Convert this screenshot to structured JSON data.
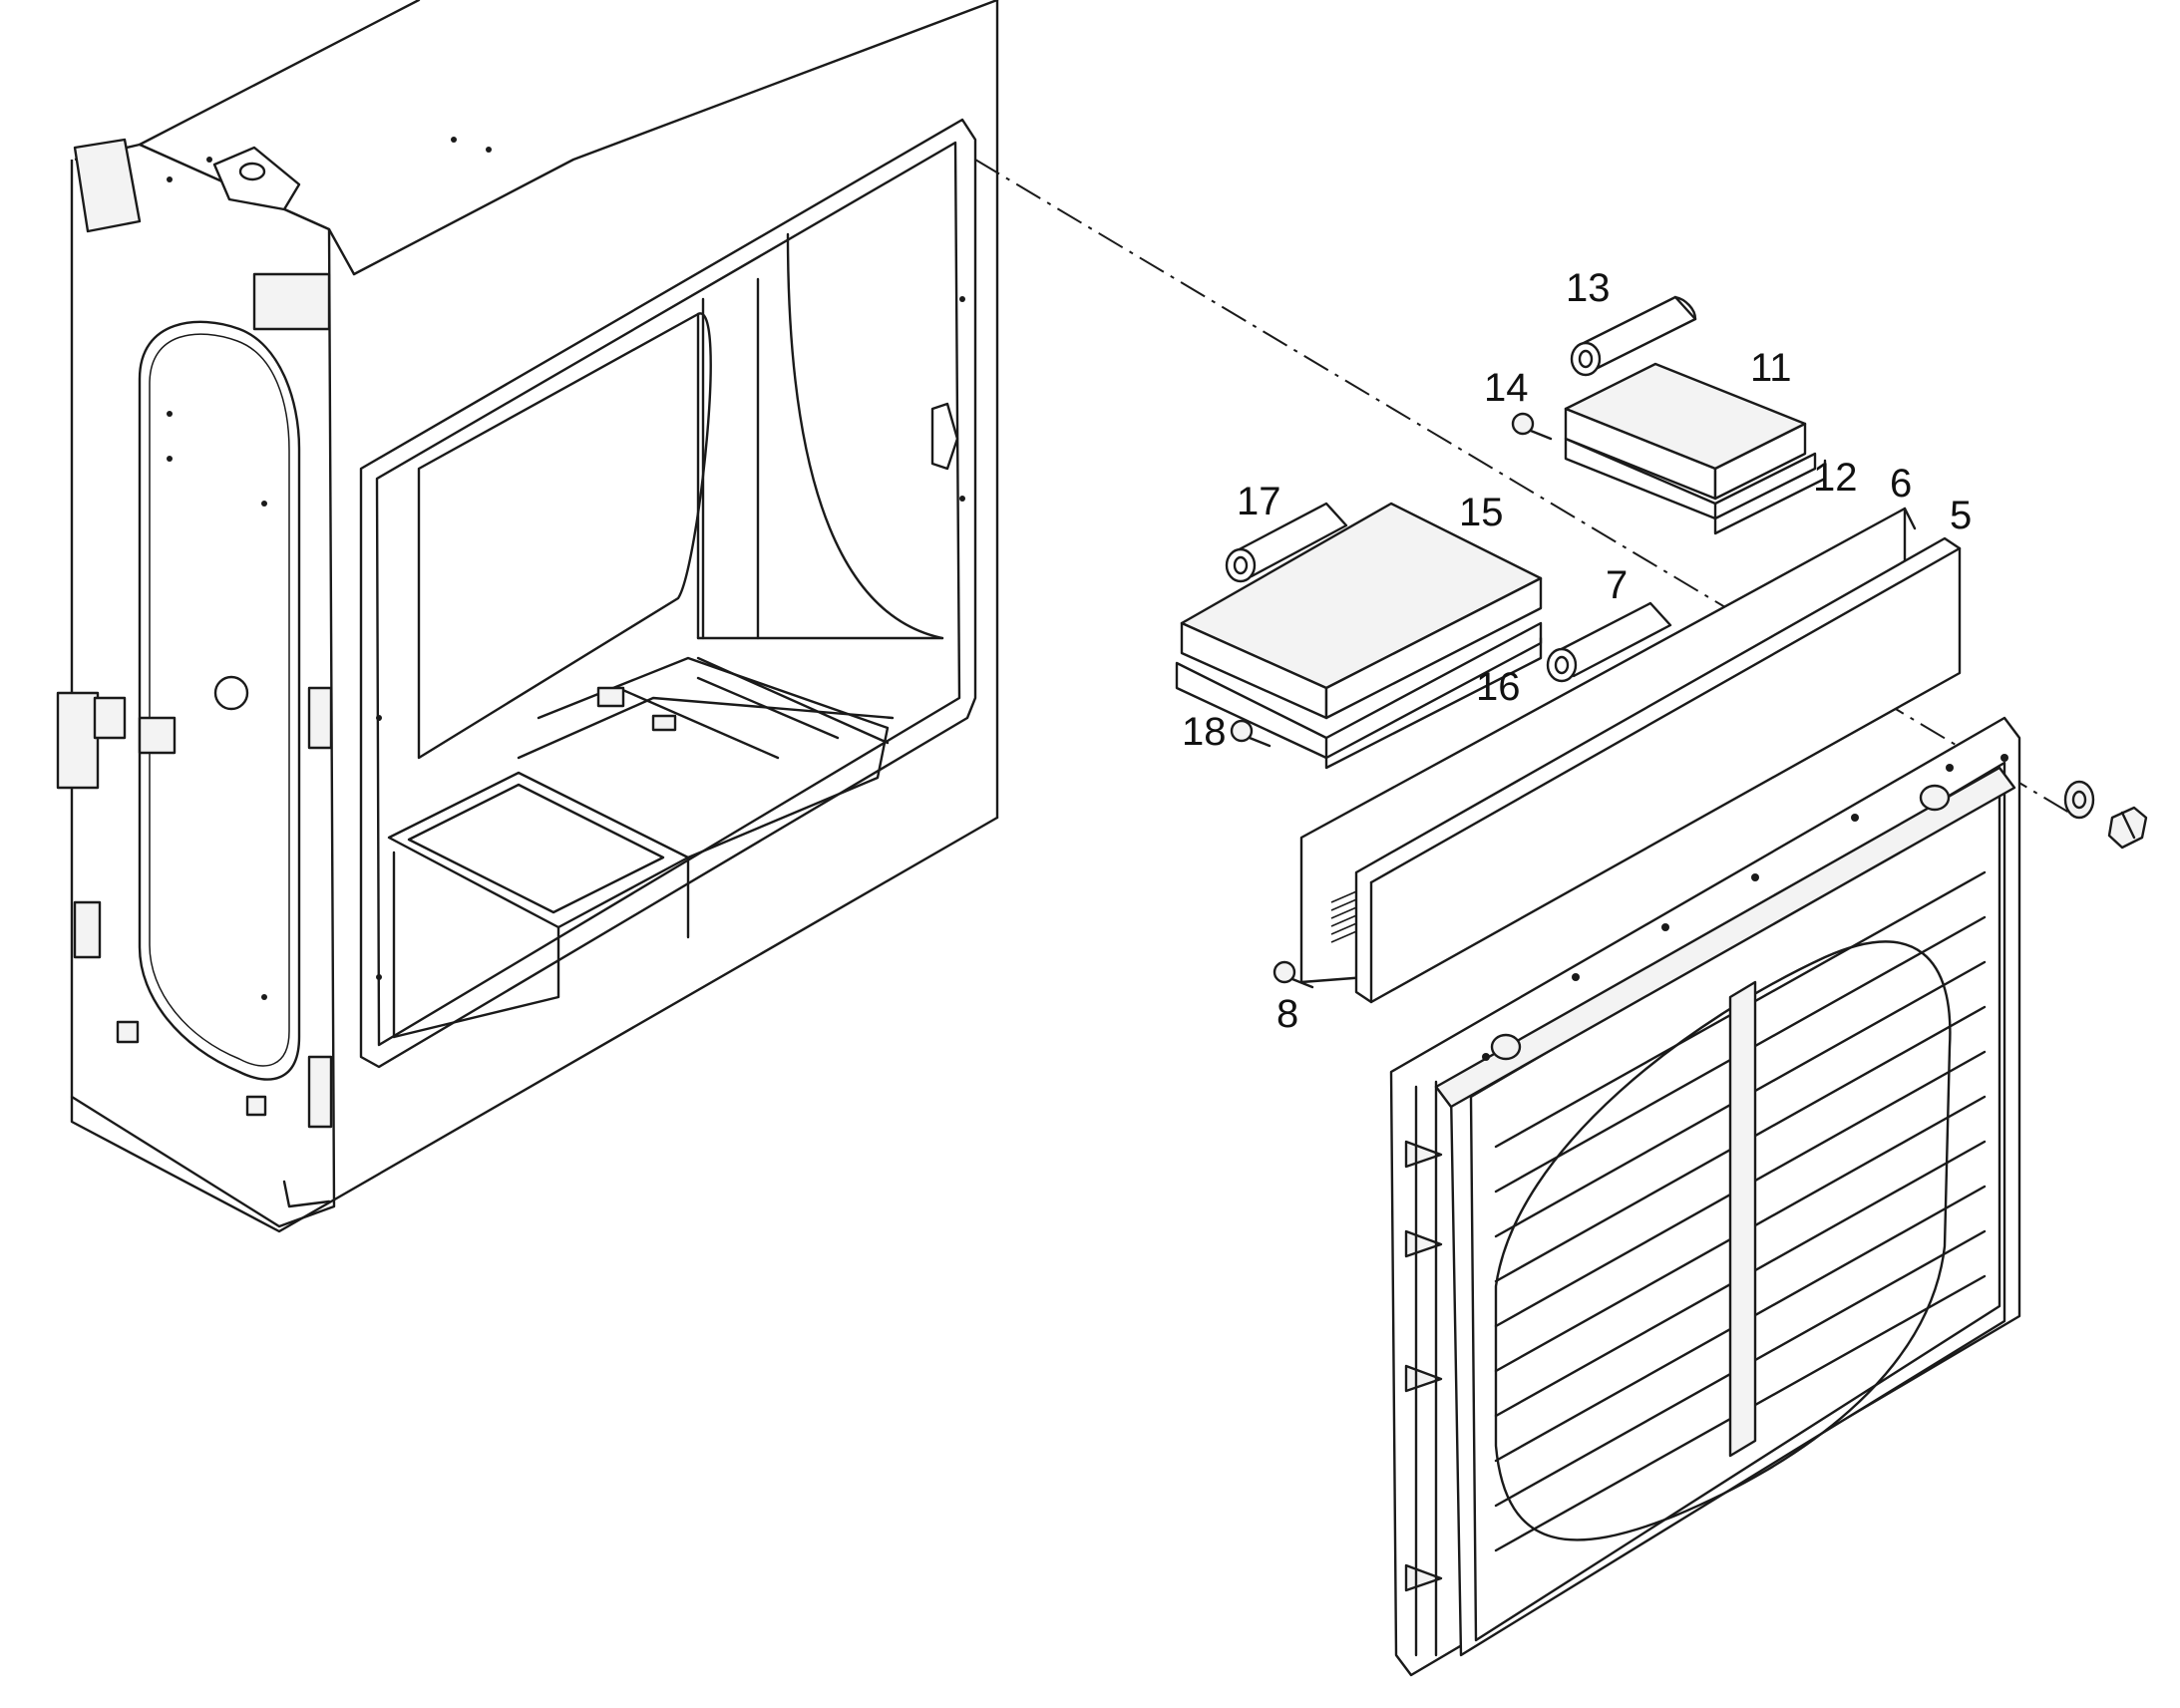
{
  "callouts": {
    "c5": "5",
    "c6": "6",
    "c7": "7",
    "c8": "8",
    "c11": "11",
    "c12": "12",
    "c13": "13",
    "c14": "14",
    "c15": "15",
    "c16": "16",
    "c17": "17",
    "c18": "18"
  }
}
